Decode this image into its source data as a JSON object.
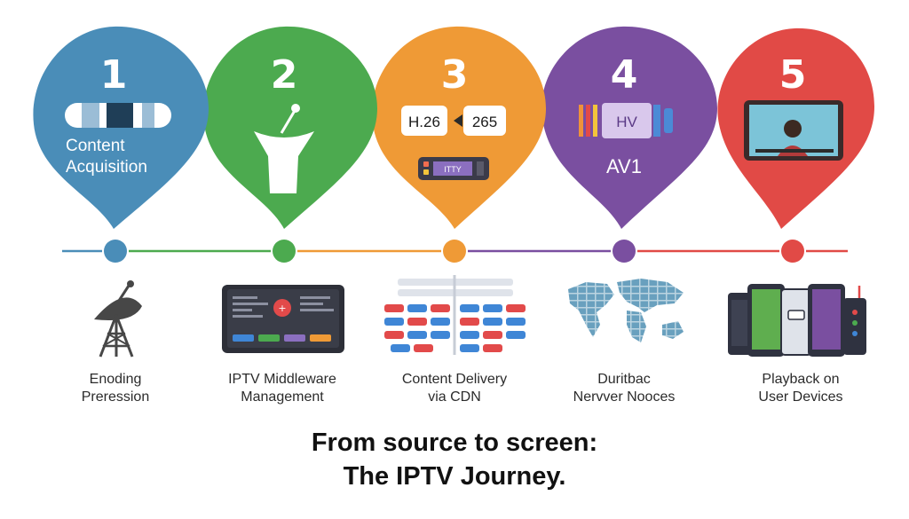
{
  "stages": [
    {
      "number": "1",
      "bubble_label_lines": [
        "Content",
        "Acquisition"
      ],
      "caption_lines": [
        "Enoding",
        "Preression"
      ],
      "color": "#4a8db8",
      "icon": "antenna-tower-icon"
    },
    {
      "number": "2",
      "bubble_label_lines": [],
      "caption_lines": [
        "IPTV Middleware",
        "Management"
      ],
      "color": "#4caa4f",
      "icon": "middleware-dashboard-icon"
    },
    {
      "number": "3",
      "bubble_codecs": [
        "H.26",
        "265"
      ],
      "device_text": "ITTY",
      "caption_lines": [
        "Content Delivery",
        "via CDN"
      ],
      "color": "#ef9a36",
      "icon": "cdn-server-grid-icon"
    },
    {
      "number": "4",
      "bubble_badge": "HV",
      "bubble_label": "AV1",
      "caption_lines": [
        "Duritbac",
        "Nervver Nooces"
      ],
      "color": "#7a4fa0",
      "icon": "world-map-icon"
    },
    {
      "number": "5",
      "bubble_label_lines": [],
      "caption_lines": [
        "Playback on",
        "User Devices"
      ],
      "color": "#e14a46",
      "icon": "user-devices-icon"
    }
  ],
  "footer": {
    "line1": "From source to screen:",
    "line2": "The IPTV Journey."
  }
}
